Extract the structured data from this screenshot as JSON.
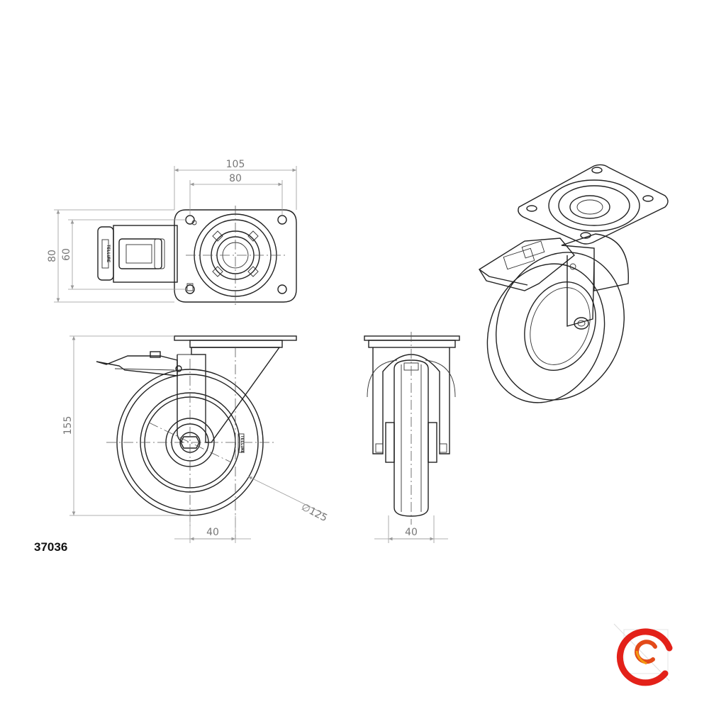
{
  "part_number": "37036",
  "dimensions": {
    "plate_width": "105",
    "bolt_spacing_x": "80",
    "plate_length": "80",
    "bolt_spacing_y": "60",
    "height": "155",
    "offset": "40",
    "wheel_diameter": "∅125",
    "wheel_width": "40"
  },
  "brand_mark": "TELLURE",
  "logo": {
    "icon": "company-logo-icon",
    "colors": [
      "#e32119",
      "#f39c12"
    ]
  },
  "line_color": "#222222",
  "dimension_color": "#999999"
}
